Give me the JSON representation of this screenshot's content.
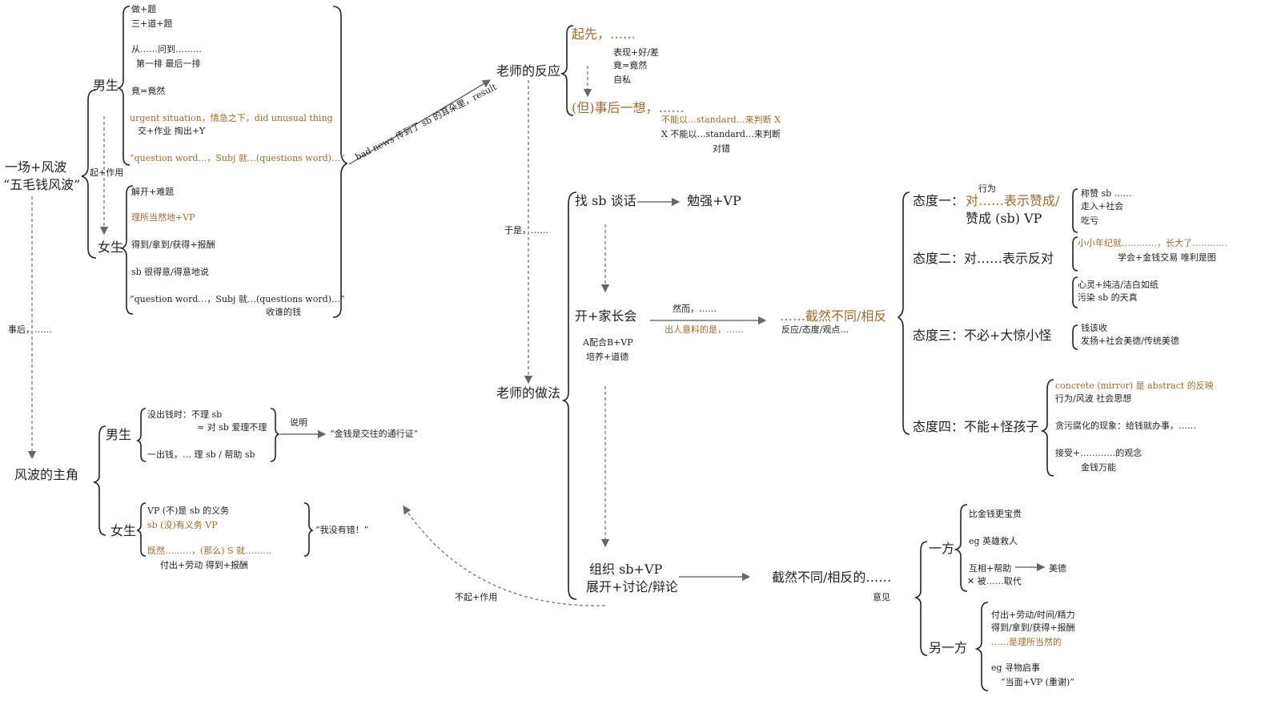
{
  "root": {
    "line1": "一场+风波",
    "line2": "“五毛钱风波”"
  },
  "events": {
    "boys_label": "男生",
    "girls_label": "女生",
    "start_effect": "起+作用",
    "boys": {
      "i1": "做+题",
      "i2": "三+道+题",
      "i3": "从……问到………",
      "i4": "第一排     最后一排",
      "i5": "竟=竟然",
      "i6": "urgent situation，情急之下，did unusual thing",
      "i7": "交+作业                   掏出+Y",
      "i8": "“question word…，Subj 就…(questions word)…”"
    },
    "girls": {
      "i1": "解开+难题",
      "i2": "理所当然地+VP",
      "i3": "得到/拿到/获得+报酬",
      "i4": "sb 很得意/得意地说",
      "i5": "“question word…，Subj 就…(questions word)…”",
      "i6": "收谁的钱"
    },
    "arrow_label": "bad news 传到了 sb 的耳朵里，result"
  },
  "afterwards": "事后，……",
  "protagonists": {
    "title": "风波的主角",
    "boys_label": "男生",
    "girls_label": "女生",
    "boys": {
      "i1": "没出钱时：不理 sb",
      "i2": "≈ 对 sb 爱理不理",
      "i3": "一出钱，… 理 sb / 帮助 sb",
      "explain": "说明",
      "quote": "“金钱是交往的通行证”"
    },
    "girls": {
      "i1": "VP (不)是 sb 的义务",
      "i2": "sb (没)有义务 VP",
      "i3": "既然………，(那么) S 就………",
      "i4": "付出+劳动                 得到+报酬",
      "quote": "“我没有错！”"
    },
    "no_effect": "不起+作用"
  },
  "reaction": {
    "title": "老师的反应",
    "first": "起先，……",
    "f1": "表现+好/差",
    "f2": "竟=竟然",
    "f3": "自私",
    "then": "(但)事后一想，……",
    "t1": "不能以…standard…来判断 X",
    "t2": "X 不能以…standard…来判断",
    "t3": "对错"
  },
  "so": "于是，……",
  "actions": {
    "title": "老师的做法",
    "talk": "找 sb 谈话",
    "force": "勉强+VP",
    "meeting": "开+家长会",
    "m1": "A配合B+VP",
    "m2": "培养+道德",
    "however": "然而，……",
    "unexpected": "出人意料的是，……",
    "different": "……截然不同/相反",
    "diff_sub": "反应/态度/观点…",
    "organize1": "组织 sb+VP",
    "organize2": "展开+讨论/辩论",
    "debate_result": "截然不同/相反的……",
    "opinion": "意见"
  },
  "attitudes": {
    "a1_label": "态度一：",
    "a1_behavior": "行为",
    "a1_text_a": "对……",
    "a1_text_b": "表示赞成/",
    "a1_text_c": "赞成 (sb) VP",
    "a1_i1": "称赞 sb ……",
    "a1_i2": "走入+社会",
    "a1_i3": "吃亏",
    "a2_label": "态度二：对……表示反对",
    "a2_i1": "小小年纪就…………，长大了…………",
    "a2_i2": "学会+金钱交易          唯利是图",
    "a2_i3": "心灵+纯洁/洁白如纸",
    "a2_i4": "污染 sb 的天真",
    "a3_label": "态度三：不必+大惊小怪",
    "a3_i1": "钱该收",
    "a3_i2": "发扬+社会美德/传统美德",
    "a4_label": "态度四：不能+怪孩子",
    "a4_i1": "concrete (mirror)  是    abstract    的反映",
    "a4_i2": "行为/风波                    社会思想",
    "a4_i3": "贪污腐化的现象：给钱就办事，……",
    "a4_i4": "接受+…………的观念",
    "a4_i5": "金钱万能"
  },
  "sides": {
    "one_label": "一方",
    "o1": "比金钱更宝贵",
    "o2": "eg 英雄救人",
    "o3": "互相+帮助",
    "o3_arrow": "美德",
    "o4": "✕ 被……取代",
    "other_label": "另一方",
    "p1": "付出+劳动/时间/精力",
    "p2": "得到/拿到/获得+报酬",
    "p3": "……是理所当然的",
    "p4": "eg 寻物启事",
    "p5": "“当面+VP (重谢)”"
  }
}
